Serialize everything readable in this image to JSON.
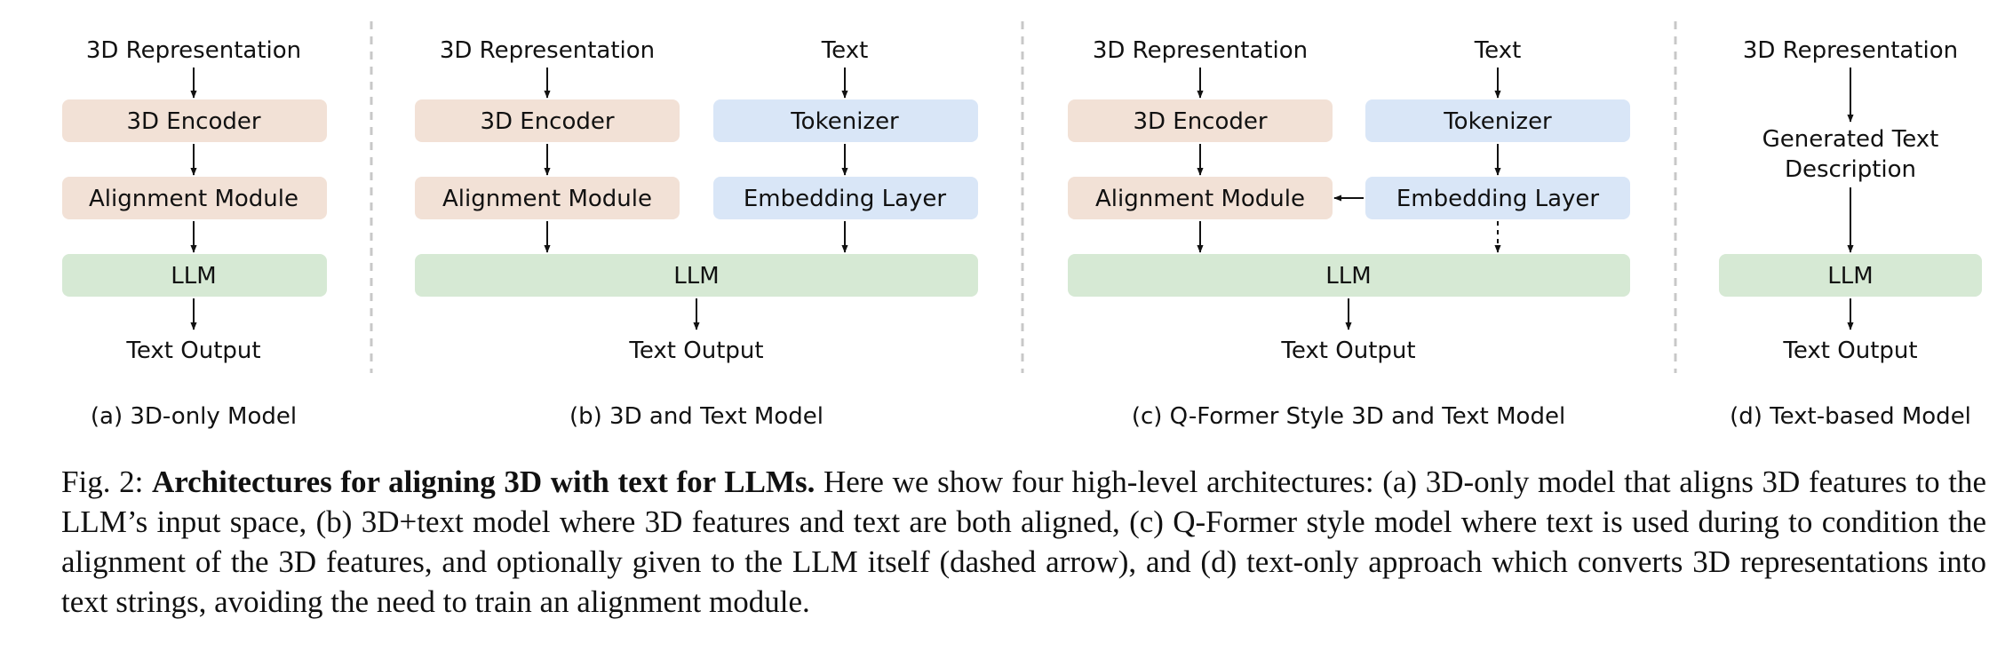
{
  "colors": {
    "encoder_box": "#f2e1d6",
    "text_box": "#d9e6f7",
    "llm_box": "#d6e9d4",
    "arrow": "#111111",
    "divider": "#c8c8c8"
  },
  "panels": {
    "a": {
      "input": "3D Representation",
      "encoder": "3D Encoder",
      "alignment": "Alignment Module",
      "llm": "LLM",
      "output": "Text Output",
      "caption": "(a) 3D-only Model"
    },
    "b": {
      "input_3d": "3D Representation",
      "input_text": "Text",
      "encoder": "3D Encoder",
      "tokenizer": "Tokenizer",
      "alignment": "Alignment Module",
      "embedding": "Embedding Layer",
      "llm": "LLM",
      "output": "Text Output",
      "caption": "(b) 3D and Text Model"
    },
    "c": {
      "input_3d": "3D Representation",
      "input_text": "Text",
      "encoder": "3D Encoder",
      "tokenizer": "Tokenizer",
      "alignment": "Alignment Module",
      "embedding": "Embedding Layer",
      "llm": "LLM",
      "output": "Text Output",
      "caption": "(c) Q-Former Style 3D and Text Model"
    },
    "d": {
      "input": "3D Representation",
      "generated_line1": "Generated Text",
      "generated_line2": "Description",
      "llm": "LLM",
      "output": "Text Output",
      "caption": "(d) Text-based Model"
    }
  },
  "caption": {
    "prefix": "Fig. 2: ",
    "title": "Architectures for aligning 3D with text for LLMs.",
    "body": " Here we show four high-level architectures: (a) 3D-only model that aligns 3D features to the LLM’s input space, (b) 3D+text model where 3D features and text are both aligned, (c) Q-Former style model where text is used during to condition the alignment of the 3D features, and optionally given to the LLM itself (dashed arrow), and (d) text-only approach which converts 3D representations into text strings, avoiding the need to train an alignment module."
  }
}
